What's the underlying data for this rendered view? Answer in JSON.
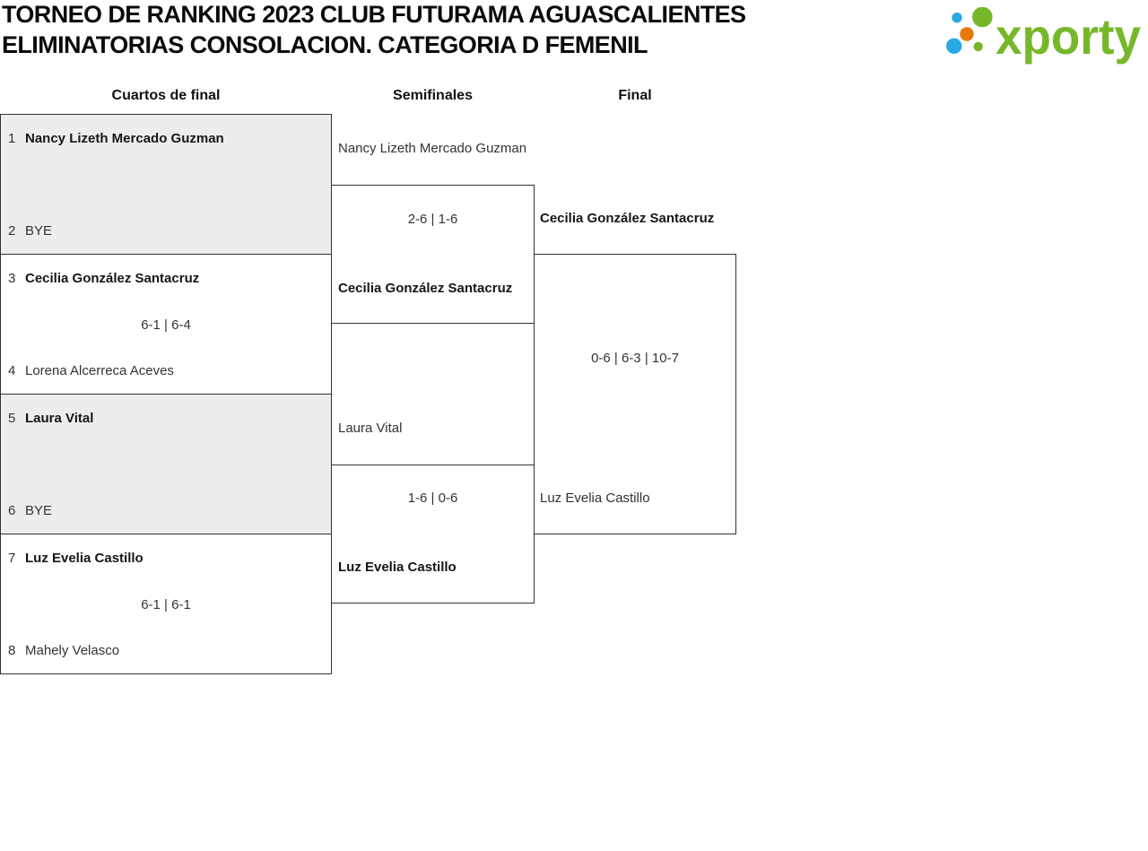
{
  "title": {
    "line1": "TORNEO DE RANKING 2023 CLUB FUTURAMA AGUASCALIENTES",
    "line2": "ELIMINATORIAS CONSOLACION. CATEGORIA D FEMENIL"
  },
  "logo": {
    "text": "xporty",
    "colors": {
      "green": "#76b82a",
      "blue": "#29a9e0",
      "orange": "#e8770e"
    }
  },
  "columns": [
    {
      "label": "Cuartos de final"
    },
    {
      "label": "Semifinales"
    },
    {
      "label": "Final"
    }
  ],
  "quarterfinals": [
    {
      "seed_top": "1",
      "player_top": "Nancy Lizeth Mercado Guzman",
      "score": "",
      "seed_bottom": "2",
      "player_bottom": "BYE"
    },
    {
      "seed_top": "3",
      "player_top": "Cecilia González Santacruz",
      "score": "6-1 | 6-4",
      "seed_bottom": "4",
      "player_bottom": "Lorena Alcerreca Aceves"
    },
    {
      "seed_top": "5",
      "player_top": "Laura Vital",
      "score": "",
      "seed_bottom": "6",
      "player_bottom": "BYE"
    },
    {
      "seed_top": "7",
      "player_top": "Luz Evelia Castillo",
      "score": "6-1 | 6-1",
      "seed_bottom": "8",
      "player_bottom": "Mahely Velasco"
    }
  ],
  "semifinals": [
    {
      "player_top": "Nancy Lizeth Mercado Guzman",
      "score": "2-6 | 1-6",
      "player_bottom": "Cecilia González Santacruz"
    },
    {
      "player_top": "Laura Vital",
      "score": "1-6 | 0-6",
      "player_bottom": "Luz Evelia Castillo"
    }
  ],
  "final": {
    "player_top": "Cecilia González Santacruz",
    "score": "0-6 | 6-3 | 10-7",
    "player_bottom": "Luz Evelia Castillo"
  },
  "styles": {
    "shaded_cell": "#ededed",
    "border": "#333333"
  }
}
